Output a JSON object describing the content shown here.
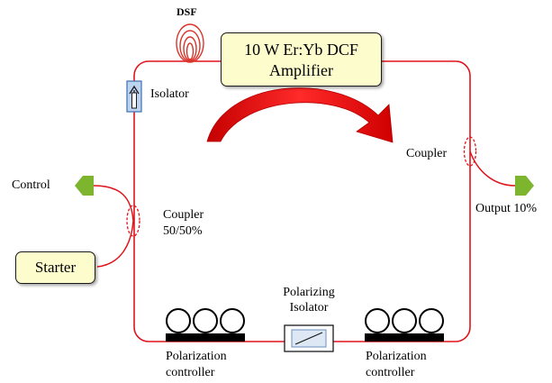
{
  "labels": {
    "dsf": "DSF",
    "amplifier_line1": "10 W Er:Yb DCF",
    "amplifier_line2": "Amplifier",
    "isolator": "Isolator",
    "coupler_right": "Coupler",
    "output": "Output 10%",
    "control": "Control",
    "coupler_left_line1": "Coupler",
    "coupler_left_line2": "50/50%",
    "starter": "Starter",
    "polarizing_isolator_line1": "Polarizing",
    "polarizing_isolator_line2": "Isolator",
    "pc_left_line1": "Polarization",
    "pc_left_line2": "controller",
    "pc_right_line1": "Polarization",
    "pc_right_line2": "controller"
  },
  "colors": {
    "fiber": "#e0141b",
    "arrow": "#dd1212",
    "box_fill": "#fdfccd",
    "arrow_green": "#7db52e",
    "isolator_fill": "#bcd4f0",
    "isolator_stroke": "#3d6fb0",
    "dsf_coil": "#d9332a",
    "coupler_marker": "#e0141b"
  },
  "icons": {
    "dsf": "fiber-coil-icon",
    "isolator": "isolator-arrow-icon",
    "polarizing_isolator": "polarizer-icon",
    "polarization_controller": "paddle-loops-icon",
    "ports": "green-arrow-icon"
  }
}
